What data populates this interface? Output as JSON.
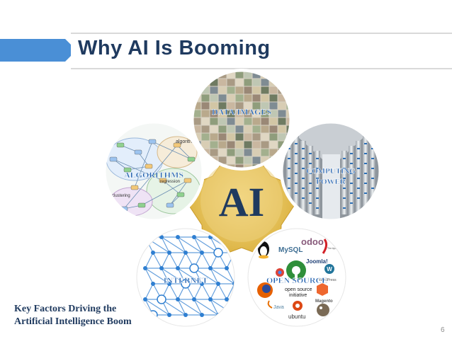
{
  "slide": {
    "title": "Why AI Is Booming",
    "center_label": "AI",
    "factors": [
      {
        "label": "DATA/IMAGES"
      },
      {
        "label_line1": "COMPUTING",
        "label_line2": "POWER"
      },
      {
        "label": "ALGORITHMS"
      },
      {
        "label": "INTERNET"
      },
      {
        "label": "OPEN SOURCE"
      }
    ],
    "open_source_logos": {
      "mysql": "MySQL",
      "odoo": "odoo",
      "apache": "The Apache Software Foundation",
      "joomla": "Joomla!",
      "wordpress": "WordPress",
      "osi_line1": "open source",
      "osi_line2": "initiative",
      "magento": "Magento",
      "java": "Java",
      "ubuntu": "ubuntu"
    },
    "algorithms_snippet": {
      "word1": "algorith",
      "word2": "regression",
      "word3": "clustering"
    },
    "caption_line1": "Key Factors Driving the",
    "caption_line2": "Artificial Intelligence Boom",
    "page_number": "6"
  },
  "colors": {
    "title": "#1f3a5f",
    "accent_blue": "#4a8fd6",
    "star": "#e8c65a",
    "center_text": "#1f3a5f",
    "label_text": "#1f5fae"
  }
}
